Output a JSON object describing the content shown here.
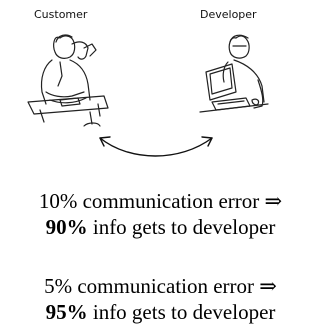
{
  "labels": {
    "customer": "Customer",
    "developer": "Developer"
  },
  "statements": [
    {
      "line1": "10% communication error ⇒",
      "line2_bold": "90%",
      "line2_rest": " info gets to developer"
    },
    {
      "line1": "5% communication error ⇒",
      "line2_bold": "95%",
      "line2_rest": " info gets to developer"
    }
  ],
  "icons": [
    "customer-figure",
    "developer-figure",
    "double-arrow"
  ]
}
